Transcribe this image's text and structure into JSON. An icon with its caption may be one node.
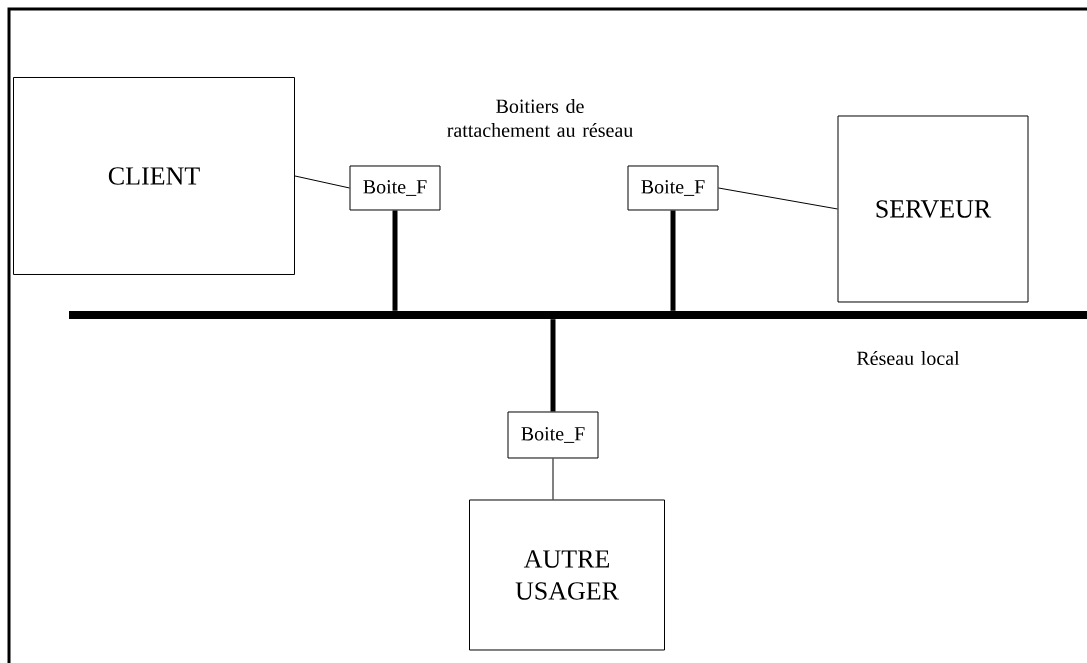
{
  "diagram": {
    "nodes": [
      {
        "text": [
          "CLIENT"
        ]
      },
      {
        "text": [
          "Boite_F"
        ]
      },
      {
        "text": [
          "Boite_F"
        ]
      },
      {
        "text": [
          "SERVEUR"
        ]
      },
      {
        "text": [],
        "shape": "bar"
      },
      {
        "text": [
          "Boite_F"
        ]
      },
      {
        "text": [
          "AUTRE USAGER"
        ]
      }
    ],
    "edges": [
      {
        "from": 0,
        "to": 1,
        "arrow": "none"
      },
      {
        "from": 2,
        "to": 3,
        "arrow": "none"
      },
      {
        "from": 1,
        "to": 4,
        "arrow": "none",
        "style": "thick"
      },
      {
        "from": 2,
        "to": 4,
        "arrow": "none",
        "style": "thick"
      },
      {
        "from": 4,
        "to": 5,
        "arrow": "none",
        "style": "thick"
      },
      {
        "from": 5,
        "to": 6,
        "arrow": "none"
      }
    ],
    "labels": [
      "Boitiers de rattachement au réseau",
      "Réseau local"
    ]
  }
}
